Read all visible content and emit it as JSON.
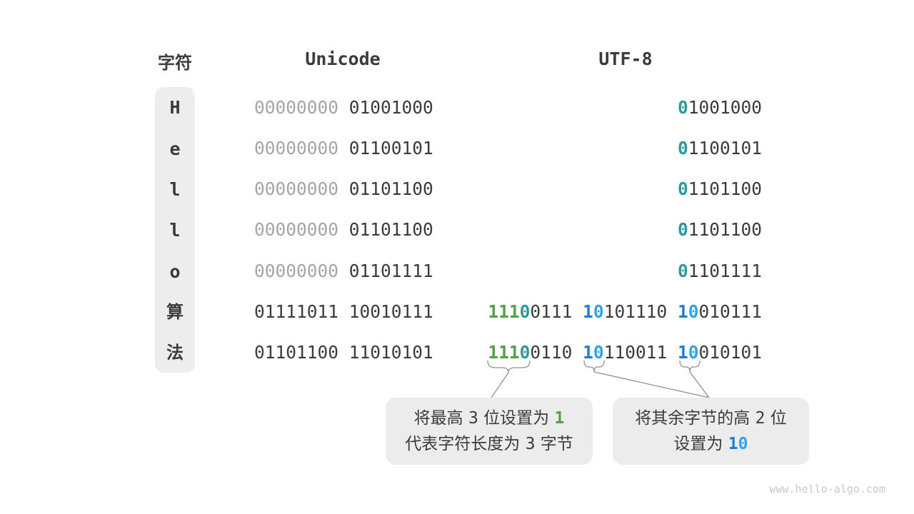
{
  "headers": {
    "char": "字符",
    "unicode": "Unicode",
    "utf8": "UTF-8"
  },
  "colors": {
    "dark": "#3b3b3b",
    "gray": "#a5a5a5",
    "teal": "#2e9b9a",
    "green": "#55a047",
    "blue1": "#1d7fd4",
    "blue0": "#30a4ea",
    "box_bg": "#ececec",
    "connector": "#8f8f8f"
  },
  "rows": [
    {
      "char": "H",
      "cjk": false,
      "unicode": [
        {
          "t": "00000000",
          "c": "gray"
        },
        {
          "t": " 01001000",
          "c": "dark"
        }
      ],
      "utf8": [
        {
          "t": "0",
          "c": "teal"
        },
        {
          "t": "1001000",
          "c": "dark"
        }
      ]
    },
    {
      "char": "e",
      "cjk": false,
      "unicode": [
        {
          "t": "00000000",
          "c": "gray"
        },
        {
          "t": " 01100101",
          "c": "dark"
        }
      ],
      "utf8": [
        {
          "t": "0",
          "c": "teal"
        },
        {
          "t": "1100101",
          "c": "dark"
        }
      ]
    },
    {
      "char": "l",
      "cjk": false,
      "unicode": [
        {
          "t": "00000000",
          "c": "gray"
        },
        {
          "t": " 01101100",
          "c": "dark"
        }
      ],
      "utf8": [
        {
          "t": "0",
          "c": "teal"
        },
        {
          "t": "1101100",
          "c": "dark"
        }
      ]
    },
    {
      "char": "l",
      "cjk": false,
      "unicode": [
        {
          "t": "00000000",
          "c": "gray"
        },
        {
          "t": " 01101100",
          "c": "dark"
        }
      ],
      "utf8": [
        {
          "t": "0",
          "c": "teal"
        },
        {
          "t": "1101100",
          "c": "dark"
        }
      ]
    },
    {
      "char": "o",
      "cjk": false,
      "unicode": [
        {
          "t": "00000000",
          "c": "gray"
        },
        {
          "t": " 01101111",
          "c": "dark"
        }
      ],
      "utf8": [
        {
          "t": "0",
          "c": "teal"
        },
        {
          "t": "1101111",
          "c": "dark"
        }
      ]
    },
    {
      "char": "算",
      "cjk": true,
      "unicode": [
        {
          "t": "01111011 10010111",
          "c": "dark"
        }
      ],
      "utf8": [
        {
          "t": "111",
          "c": "green"
        },
        {
          "t": "0",
          "c": "teal"
        },
        {
          "t": "0111 ",
          "c": "dark"
        },
        {
          "t": "1",
          "c": "blue1"
        },
        {
          "t": "0",
          "c": "blue0"
        },
        {
          "t": "101110 ",
          "c": "dark"
        },
        {
          "t": "1",
          "c": "blue1"
        },
        {
          "t": "0",
          "c": "blue0"
        },
        {
          "t": "010111",
          "c": "dark"
        }
      ]
    },
    {
      "char": "法",
      "cjk": true,
      "unicode": [
        {
          "t": "01101100 11010101",
          "c": "dark"
        }
      ],
      "utf8": [
        {
          "t": "111",
          "c": "green"
        },
        {
          "t": "0",
          "c": "teal"
        },
        {
          "t": "0110 ",
          "c": "dark"
        },
        {
          "t": "1",
          "c": "blue1"
        },
        {
          "t": "0",
          "c": "blue0"
        },
        {
          "t": "110011 ",
          "c": "dark"
        },
        {
          "t": "1",
          "c": "blue1"
        },
        {
          "t": "0",
          "c": "blue0"
        },
        {
          "t": "010101",
          "c": "dark"
        }
      ]
    }
  ],
  "callouts": [
    {
      "lines": [
        [
          {
            "t": "将最高 "
          },
          {
            "t": "3",
            "m": true
          },
          {
            "t": " 位设置为 "
          },
          {
            "t": "1",
            "c": "green",
            "m": true
          }
        ],
        [
          {
            "t": "代表字符长度为 "
          },
          {
            "t": "3",
            "m": true
          },
          {
            "t": " 字节"
          }
        ]
      ]
    },
    {
      "lines": [
        [
          {
            "t": "将其余字节的高 "
          },
          {
            "t": "2",
            "m": true
          },
          {
            "t": " 位"
          }
        ],
        [
          {
            "t": "设置为 "
          },
          {
            "t": "1",
            "c": "blue1",
            "m": true
          },
          {
            "t": "0",
            "c": "blue0",
            "m": true
          }
        ]
      ]
    }
  ],
  "watermark": "www.hello-algo.com"
}
